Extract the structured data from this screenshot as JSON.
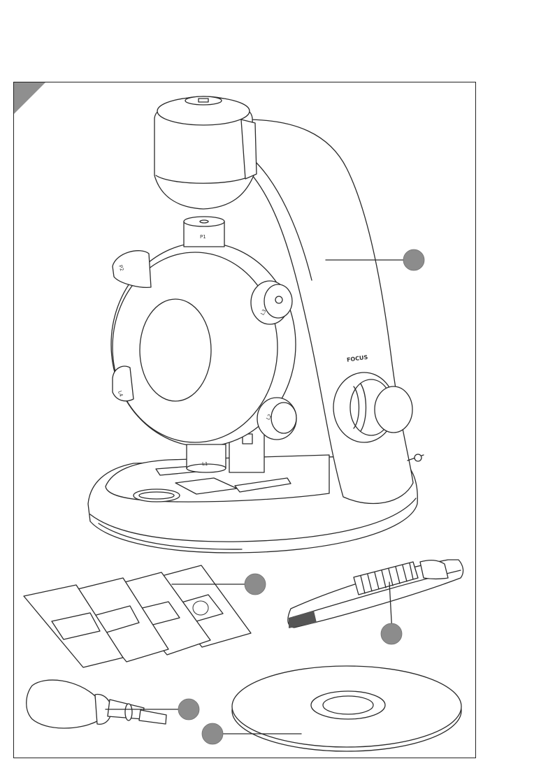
{
  "labels": {
    "p1": "P1",
    "l1": "L1",
    "l2": "L2",
    "l3": "L3",
    "l4": "L4",
    "p2": "P2",
    "focus": "FOCUS"
  },
  "callout_color": "#8c8c8c",
  "icons": [
    "corner-triangle",
    "microscope",
    "microscope-slides",
    "tweezers",
    "pipette",
    "disc"
  ]
}
